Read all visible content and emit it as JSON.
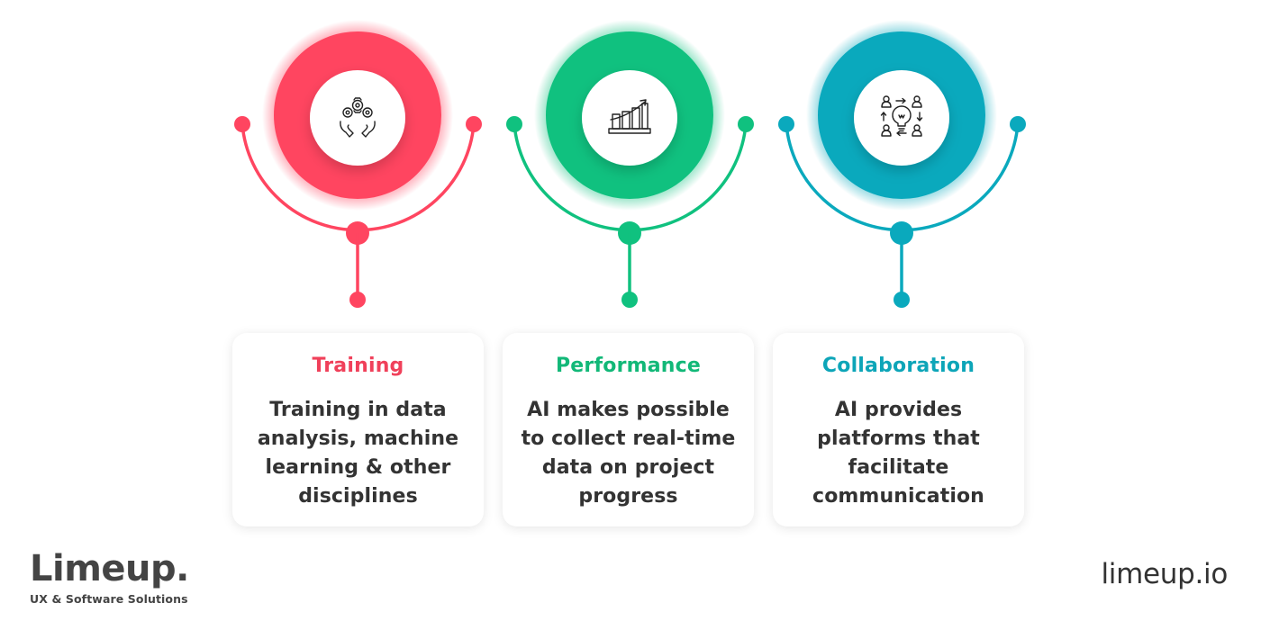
{
  "steps": [
    {
      "title": "Training",
      "description": "Training in data analysis, machine learning & other disciplines",
      "icon": "hands-gears-icon",
      "color": "#FF4560"
    },
    {
      "title": "Performance",
      "description": "AI makes possible to collect real-time data on project progress",
      "icon": "growth-chart-icon",
      "color": "#10C17F"
    },
    {
      "title": "Collaboration",
      "description": "AI provides platforms that facilitate communication",
      "icon": "team-idea-icon",
      "color": "#0AA9BD"
    }
  ],
  "brand": {
    "name": "Limeup.",
    "tagline": "UX & Software Solutions",
    "website": "limeup.io"
  }
}
